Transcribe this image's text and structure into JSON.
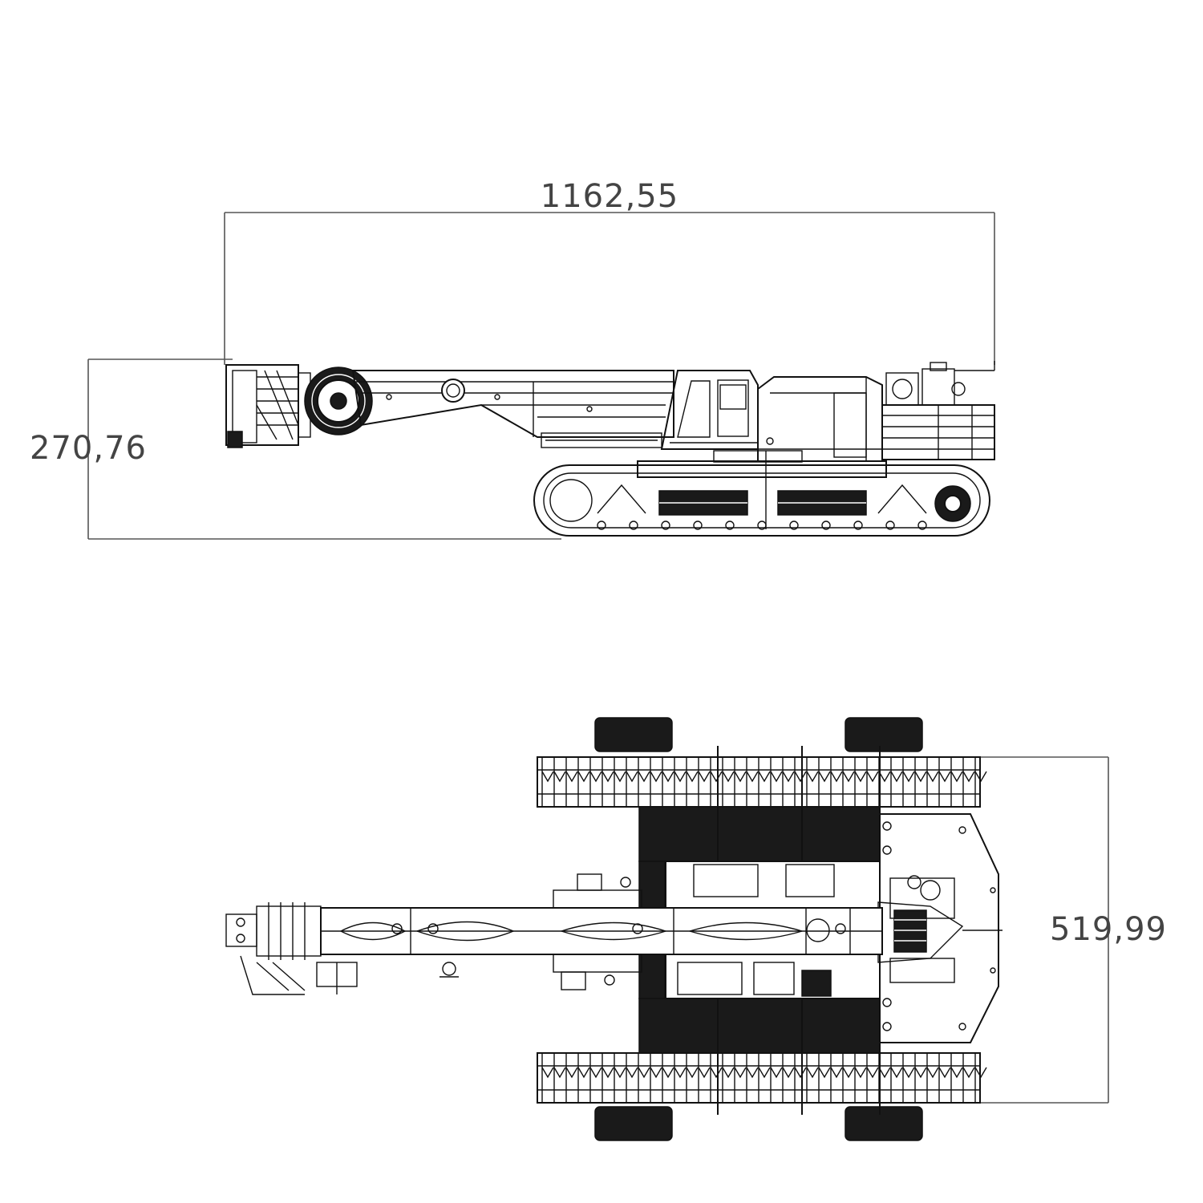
{
  "dimensions": {
    "overall_length": "1162,55",
    "overall_height": "270,76",
    "track_width": "519,99"
  },
  "views": [
    "side-view",
    "top-view"
  ],
  "colors": {
    "background": "#ffffff",
    "line": "#111111",
    "dimension": "#555555",
    "text": "#444444"
  }
}
